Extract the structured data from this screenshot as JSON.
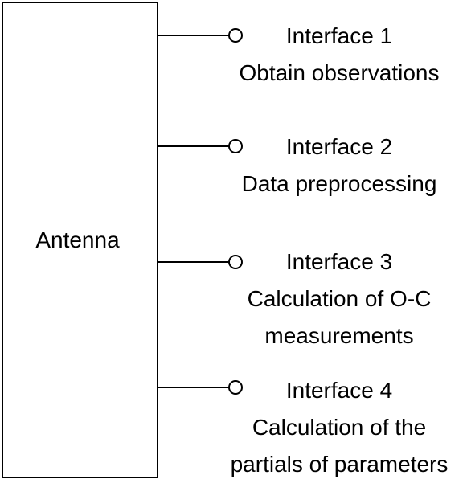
{
  "antenna": {
    "label": "Antenna"
  },
  "interfaces": [
    {
      "title": "Interface 1",
      "lines": [
        "Obtain observations"
      ]
    },
    {
      "title": "Interface 2",
      "lines": [
        "Data preprocessing"
      ]
    },
    {
      "title": "Interface 3",
      "lines": [
        "Calculation of O-C",
        "measurements"
      ]
    },
    {
      "title": "Interface 4",
      "lines": [
        "Calculation of the",
        "partials of parameters"
      ]
    }
  ]
}
